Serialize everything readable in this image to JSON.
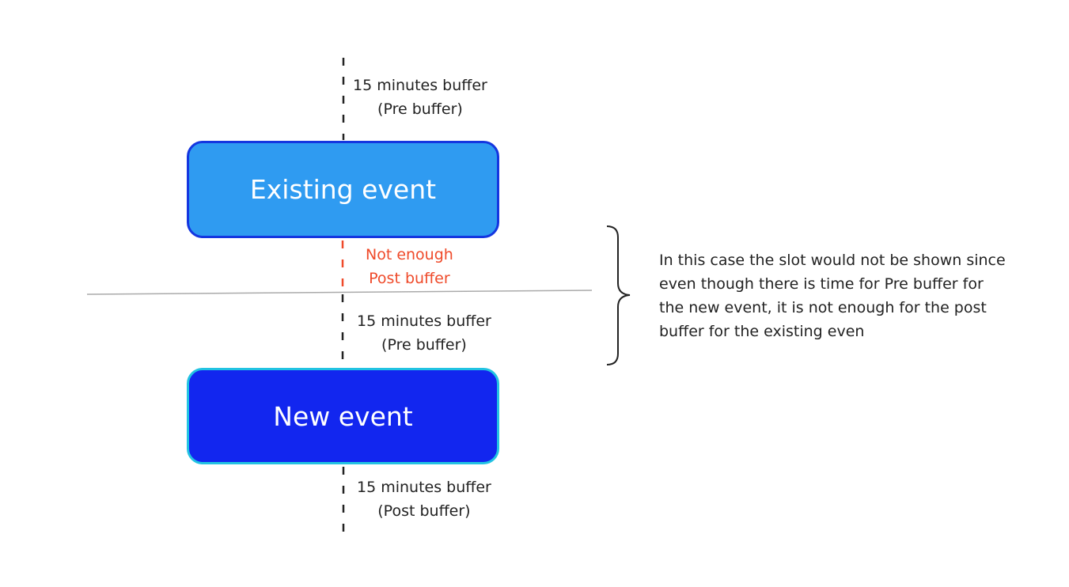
{
  "events": {
    "existing": {
      "label": "Existing event",
      "fill": "#2f9bf1",
      "border": "#1436e0"
    },
    "new": {
      "label": "New event",
      "fill": "#1226ef",
      "border": "#22c3e2"
    }
  },
  "buffers": {
    "existing_pre": {
      "line1": "15 minutes buffer",
      "line2": "(Pre buffer)"
    },
    "existing_post": {
      "line1": "Not enough",
      "line2": "Post buffer",
      "color": "#ef4a2a"
    },
    "new_pre": {
      "line1": "15 minutes buffer",
      "line2": "(Pre buffer)"
    },
    "new_post": {
      "line1": "15 minutes buffer",
      "line2": "(Post buffer)"
    }
  },
  "note": {
    "text": "In this case the slot would not be shown since even though there is time for Pre buffer for the new event, it is not enough for the post buffer for the existing even"
  },
  "colors": {
    "dashed_line": "#222222",
    "warning_line": "#ef4a2a",
    "divider": "#aaaaaa",
    "brace": "#222222"
  }
}
